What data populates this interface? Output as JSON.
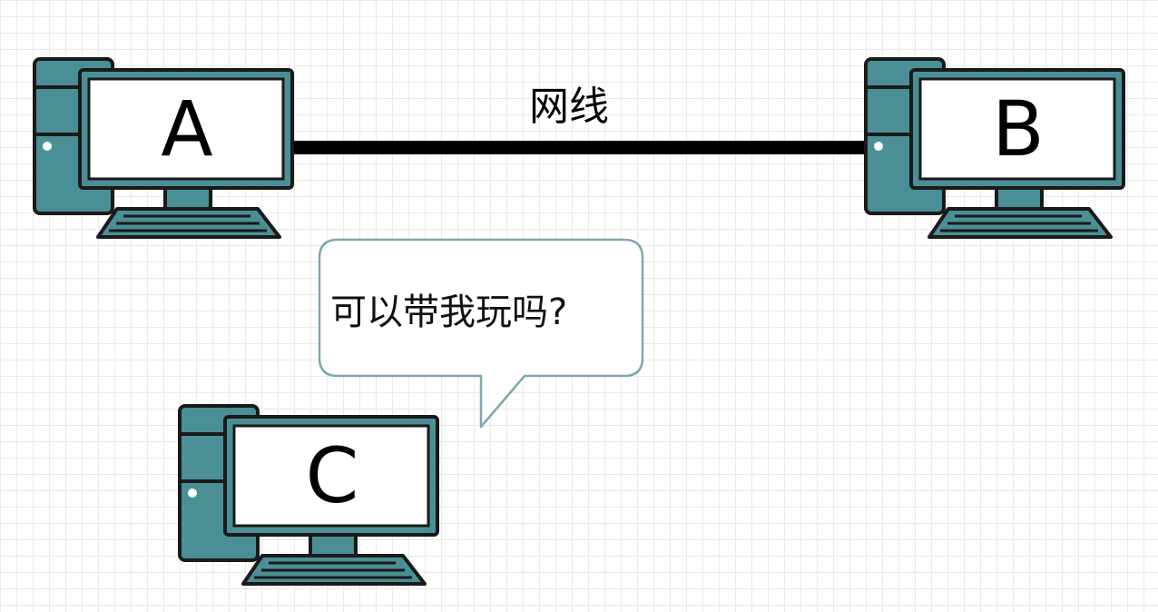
{
  "diagram": {
    "colors": {
      "computer_fill": "#4a8f96",
      "computer_outline": "#1a1a1a",
      "screen": "#ffffff",
      "wire": "#000000",
      "bubble_border": "#7fa8ad",
      "grid": "#e6ece6"
    },
    "computers": [
      {
        "id": "A",
        "label": "A"
      },
      {
        "id": "B",
        "label": "B"
      },
      {
        "id": "C",
        "label": "C"
      }
    ],
    "connection": {
      "from": "A",
      "to": "B",
      "label": "网线"
    },
    "speech_bubble": {
      "speaker": "C",
      "text": "可以带我玩吗?"
    }
  }
}
